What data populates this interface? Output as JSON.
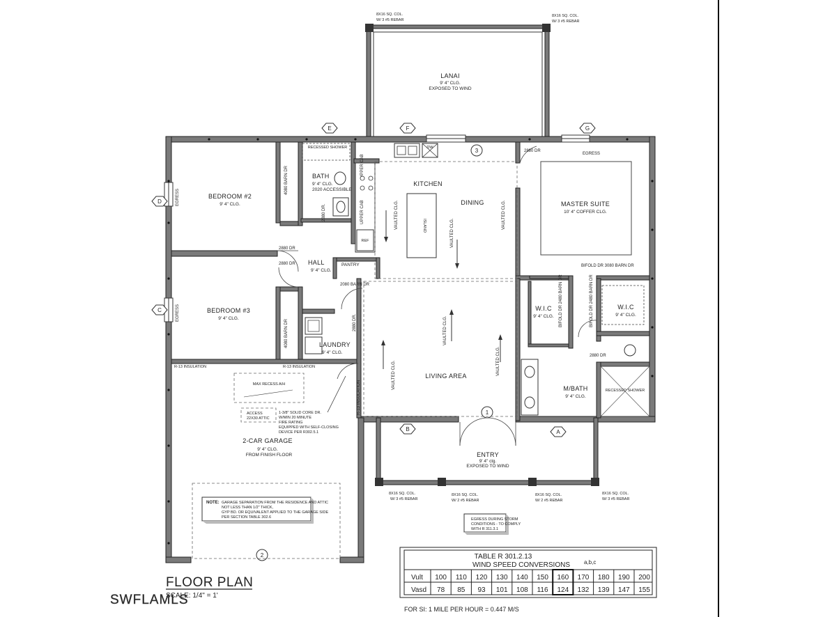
{
  "rooms": {
    "lanai": {
      "name": "LANAI",
      "clg": "9' 4\" CLG.",
      "note": "EXPOSED TO WIND"
    },
    "bedroom2": {
      "name": "BEDROOM #2",
      "clg": "9' 4\" CLG."
    },
    "bedroom3": {
      "name": "BEDROOM #3",
      "clg": "9' 4\" CLG."
    },
    "bath": {
      "name": "BATH",
      "clg": "9' 4\" CLG.",
      "note": "2020 ACCESSIBLE"
    },
    "hall": {
      "name": "HALL",
      "clg": "9' 4\" CLG."
    },
    "kitchen": {
      "name": "KITCHEN"
    },
    "dining": {
      "name": "DINING"
    },
    "master": {
      "name": "MASTER SUITE",
      "clg": "10' 4\" COFFER CLG."
    },
    "wic1": {
      "name": "W.I.C",
      "clg": "9' 4\" CLG."
    },
    "wic2": {
      "name": "W.I.C",
      "clg": "9' 4\" CLG."
    },
    "laundry": {
      "name": "LAUNDRY",
      "clg": "9' 4\" CLG."
    },
    "living": {
      "name": "LIVING AREA"
    },
    "mbath": {
      "name": "M/BATH",
      "clg": "9' 4\" CLG."
    },
    "entry": {
      "name": "ENTRY",
      "clg": "9' 4\" clg.",
      "note": "EXPOSED TO WIND"
    },
    "garage": {
      "name": "2-CAR GARAGE",
      "clg": "9' 4\" CLG.",
      "note": "FROM FINISH FLOOR"
    },
    "pantry": {
      "name": "PANTRY"
    },
    "island": {
      "name": "ISLAND"
    }
  },
  "labels": {
    "col_3rebar": "8X16 SQ. COL.",
    "rebar3": "W/ 3 #5 REBAR",
    "rebar2": "W/ 2 #5 REBAR",
    "recessed_shower": "RECESSED SHOWER",
    "recessed_shower2": "RECESSED SHOWER",
    "upper_cab": "UPPER CAB",
    "egress": "EGRESS",
    "dr_2880": "2880 DR",
    "dr_2880b": "2880 DR.",
    "barn_4080": "4080 BARN DR",
    "barn_2080": "2080 BARN DR",
    "bifold_3080": "BIFOLD DR 3080 BARN DR",
    "bifold_2480": "BIFOLD DR 2480 BARN DR",
    "vaulted": "VAULTED CLG.",
    "r13": "R-13 INSULATION",
    "r13b": "R-13 INSULATION",
    "max_recess": "MAX RECESS A/H",
    "access": "ACCESS",
    "attic": "22X30 ATTIC",
    "door_note_1": "1-3/8\" SOLID CORE DR.",
    "door_note_2": "W/MIN 20 MINUTE",
    "door_note_3": "FIRE RATING",
    "door_note_4": "EQUIPPED WITH SELF-CLOSING",
    "door_note_5": "DEVICE PER R302.5.1",
    "garage_note_head": "NOTE:",
    "garage_note_1": "GARAGE SEPARATION FROM THE RESIDENCE AND ATTIC",
    "garage_note_2": "NOT LESS THAN 1/2\" THICK,",
    "garage_note_3": "GYP BD. OR EQUIVALENT APPLIED TO THE GARAGE SIDE",
    "garage_note_4": "PER SECTION TABLE 302.6",
    "egress_note_1": "EGRESS DURING STORM",
    "egress_note_2": "CONDITIONS - TO COMPLY",
    "egress_note_3": "WITH R 311.3.1",
    "dw": "DW",
    "ref": "REF"
  },
  "grid_tags": [
    "E",
    "F",
    "G",
    "D",
    "C",
    "B",
    "A",
    "1",
    "2",
    "3"
  ],
  "title": {
    "main": "FLOOR PLAN",
    "scale": "SCALE: 1/4\" = 1'"
  },
  "watermark": "SWFLAMLS",
  "table": {
    "title1": "TABLE R 301.2.13",
    "title2": "WIND SPEED CONVERSIONS",
    "superscript": "a,b,c",
    "row1_label": "Vult",
    "row2_label": "Vasd",
    "vult": [
      "100",
      "110",
      "120",
      "130",
      "140",
      "150",
      "160",
      "170",
      "180",
      "190",
      "200"
    ],
    "vasd": [
      "78",
      "85",
      "93",
      "101",
      "108",
      "116",
      "124",
      "132",
      "139",
      "147",
      "155"
    ],
    "highlight_index": 6,
    "footnote": "FOR SI: 1 MILE PER HOUR = 0.447 M/S"
  }
}
